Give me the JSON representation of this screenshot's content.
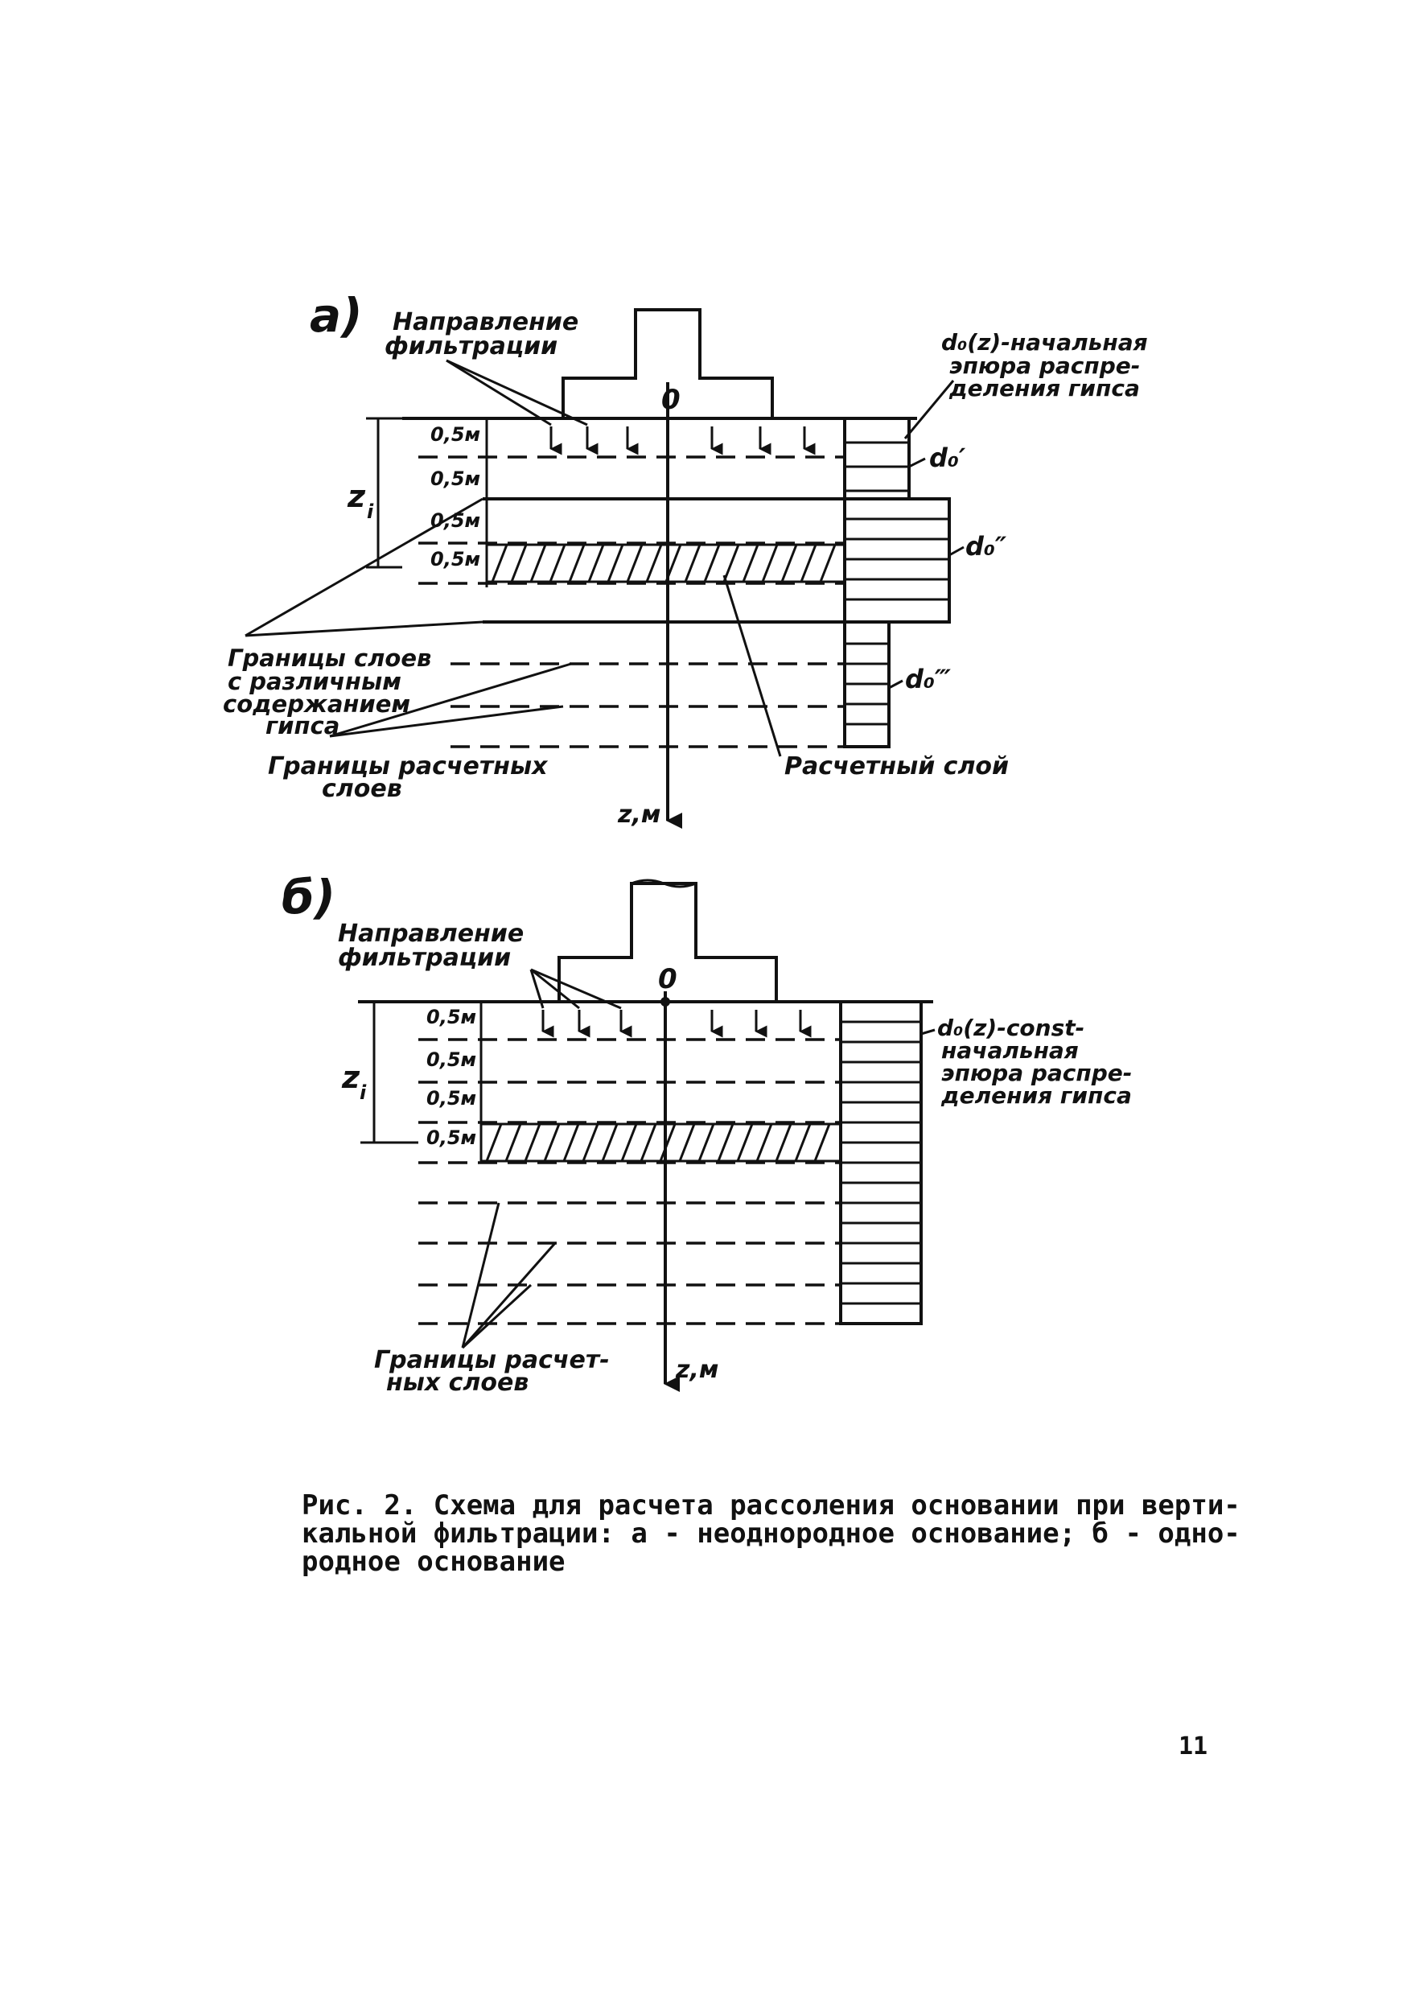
{
  "figure_a": {
    "label": "а)",
    "filtration_direction": [
      "Направление",
      "фильтрации"
    ],
    "origin": "0",
    "layer_thickness": [
      "0,5м",
      "0,5м",
      "0,5м",
      "0,5м"
    ],
    "depth_symbol": "z",
    "depth_subscript": "i",
    "distribution_title": [
      "d₀(z)-начальная",
      "эпюра распре-",
      "деления гипса"
    ],
    "d0_primes": [
      "d₀′",
      "d₀″",
      "d₀‴"
    ],
    "layer_boundaries": [
      "Границы слоев",
      "с различным",
      "содержанием",
      "гипса"
    ],
    "calc_boundaries": [
      "Границы расчетных",
      "слоев"
    ],
    "calc_layer": "Расчетный слой",
    "axis": "z,м"
  },
  "figure_b": {
    "label": "б)",
    "filtration_direction": [
      "Направление",
      "фильтрации"
    ],
    "origin": "0",
    "layer_thickness": [
      "0,5м",
      "0,5м",
      "0,5м",
      "0,5м"
    ],
    "depth_symbol": "z",
    "depth_subscript": "i",
    "distribution_title": [
      "d₀(z)-const-",
      "начальная",
      "эпюра распре-",
      "деления гипса"
    ],
    "calc_boundaries": [
      "Границы расчет-",
      "ных слоев"
    ],
    "axis": "z,м"
  },
  "caption": [
    "Рис. 2. Схема для расчета рассоления основании при верти-",
    "кальной фильтрации: а - неоднородное основание; б - одно-",
    "родное основание"
  ],
  "page_number": "11"
}
